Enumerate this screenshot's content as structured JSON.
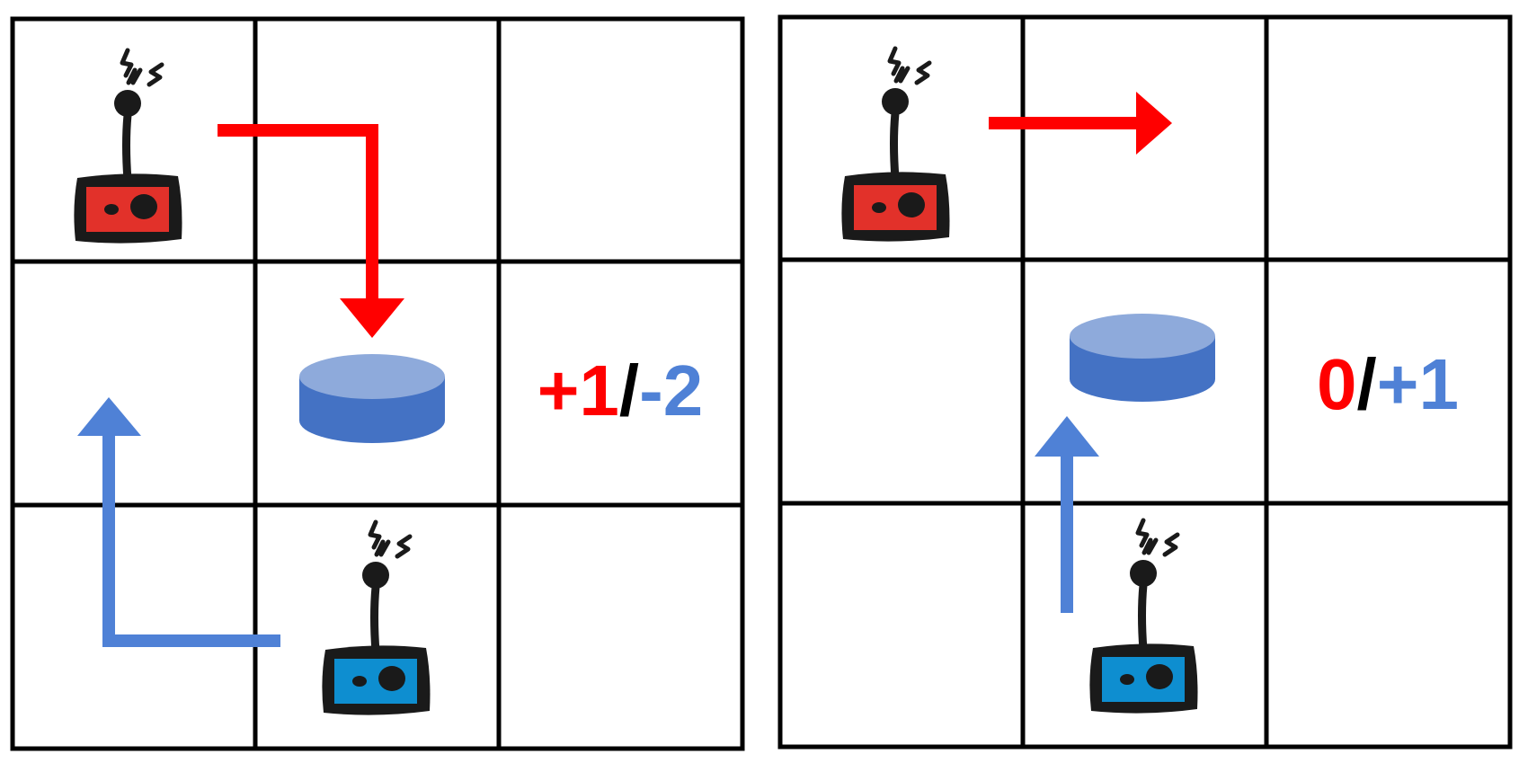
{
  "colors": {
    "red_agent": "#ff0000",
    "blue_agent": "#4f81d6",
    "robot_red_body": "#e2312a",
    "robot_blue_body": "#0e8ed0",
    "puck_top": "#8eaadb",
    "puck_side": "#4472c4",
    "grid_line": "#000000"
  },
  "icons": {
    "robot": "robot-icon",
    "puck": "puck-icon",
    "arrow": "arrow-icon"
  },
  "panels": [
    {
      "grid": "3x3",
      "score": {
        "red": "+1",
        "slash": "/",
        "blue": "-2"
      }
    },
    {
      "grid": "3x3",
      "score": {
        "red": "0",
        "slash": "/",
        "blue": "+1"
      }
    }
  ]
}
